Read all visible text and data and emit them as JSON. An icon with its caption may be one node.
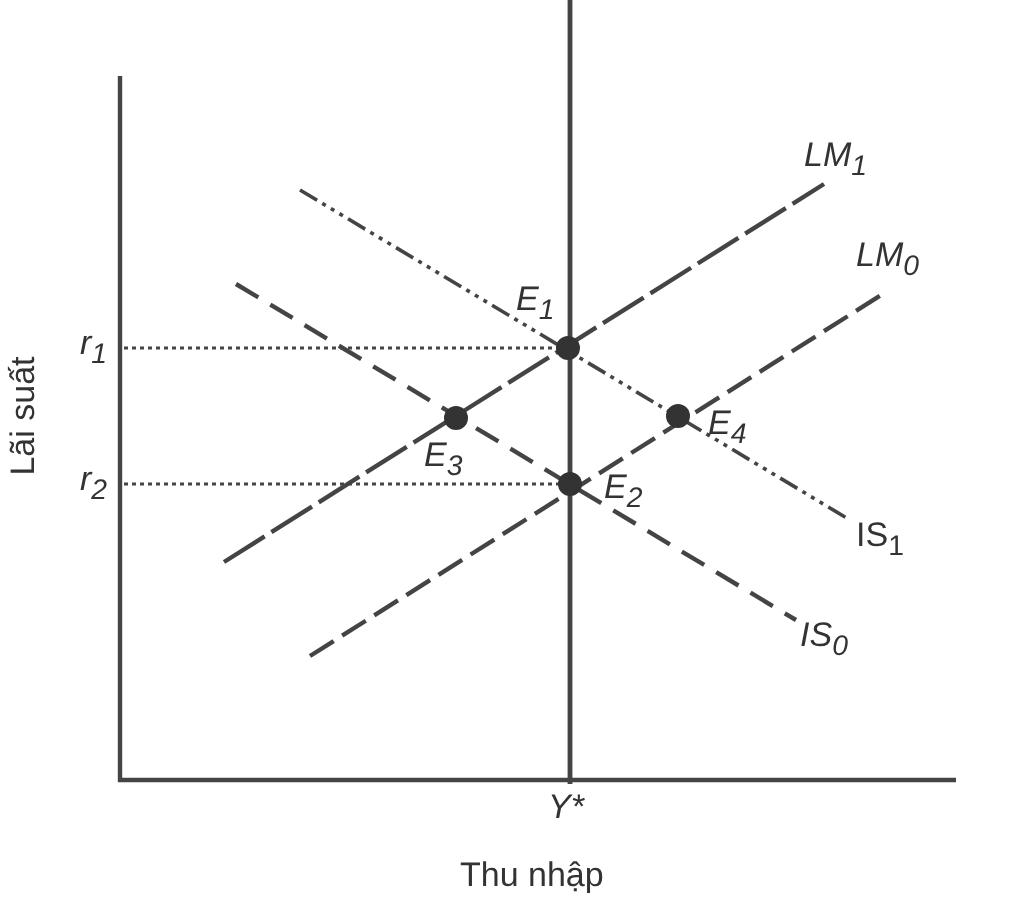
{
  "diagram": {
    "labels": [
      "LM$_{1}$",
      "LM$_{0}$",
      "E$_{1}$",
      "r$_{1}$",
      "E$_{4}$",
      "E$_{3}$",
      "r$_{2}$",
      "E$_{2}$",
      "IS$_{1}$",
      "IS$_{0}$",
      "Lãi suất",
      "Y*",
      "Thu nhập"
    ]
  }
}
